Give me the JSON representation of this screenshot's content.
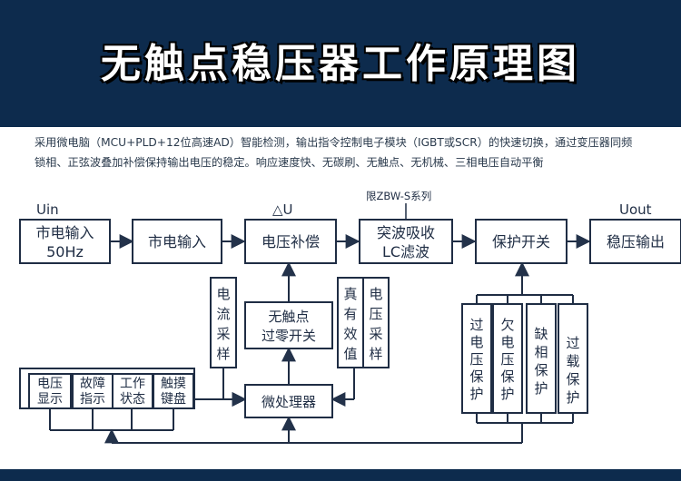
{
  "header": {
    "title": "无触点稳压器工作原理图",
    "description_line1": "采用微电脑（MCU+PLD+12位高速AD）智能检测，输出指令控制电子模块（IGBT或SCR）的快速切换，通过变压器同频",
    "description_line2": "锁相、正弦波叠加补偿保持输出电压的稳定。响应速度快、无碳刷、无触点、无机械、三相电压自动平衡"
  },
  "diagram": {
    "labels": {
      "uin": "Uin",
      "delta_u": "△U",
      "uout": "Uout",
      "series": "限ZBW-S系列"
    },
    "blocks": {
      "mains_input_50hz": [
        "市电输入",
        "50Hz"
      ],
      "mains_input": [
        "市电输入"
      ],
      "voltage_compensation": [
        "电压补偿"
      ],
      "surge_absorb": [
        "突波吸收",
        "LC滤波"
      ],
      "protection_switch": [
        "保护开关"
      ],
      "regulated_output": [
        "稳压输出"
      ],
      "contactless_zero_switch": [
        "无触点",
        "过零开关"
      ],
      "microprocessor": [
        "微处理器"
      ]
    },
    "vertical_blocks": {
      "current_sampling": [
        "电",
        "流",
        "采",
        "样"
      ],
      "rms_value": [
        "真",
        "有",
        "效",
        "值"
      ],
      "voltage_sampling": [
        "电",
        "压",
        "采",
        "样"
      ],
      "overvoltage_protect": [
        "过",
        "电",
        "压",
        "保",
        "护"
      ],
      "undervoltage_protect": [
        "欠",
        "电",
        "压",
        "保",
        "护"
      ],
      "phase_loss_protect": [
        "缺",
        "相",
        "保",
        "护"
      ],
      "overload_protect": [
        "过",
        "载",
        "保",
        "护"
      ]
    },
    "panel_items": {
      "voltage_display": [
        "电压",
        "显示"
      ],
      "fault_indicator": [
        "故障",
        "指示"
      ],
      "working_status": [
        "工作",
        "状态"
      ],
      "touch_keypad": [
        "触摸",
        "键盘"
      ]
    }
  }
}
